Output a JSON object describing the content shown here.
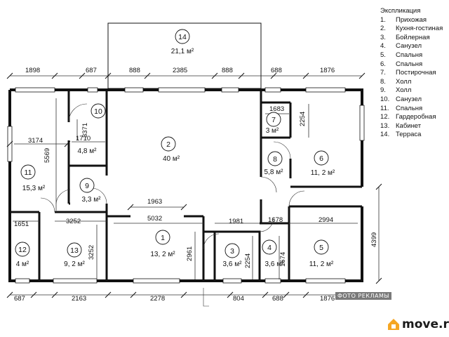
{
  "legend": {
    "title": "Экспликация",
    "items": [
      {
        "num": "1.",
        "name": "Прихожая"
      },
      {
        "num": "2.",
        "name": "Кухня-гостиная"
      },
      {
        "num": "3.",
        "name": "Бойлерная"
      },
      {
        "num": "4.",
        "name": "Санузел"
      },
      {
        "num": "5.",
        "name": "Спальня"
      },
      {
        "num": "6.",
        "name": "Спальня"
      },
      {
        "num": "7.",
        "name": "Постирочная"
      },
      {
        "num": "8.",
        "name": "Холл"
      },
      {
        "num": "9.",
        "name": "Холл"
      },
      {
        "num": "10.",
        "name": "Санузел"
      },
      {
        "num": "11.",
        "name": "Спальня"
      },
      {
        "num": "12.",
        "name": "Гардеробная"
      },
      {
        "num": "13.",
        "name": "Кабинет"
      },
      {
        "num": "14.",
        "name": "Терраса"
      }
    ]
  },
  "rooms": {
    "r1": {
      "num": "1",
      "area": "13, 2 м²"
    },
    "r2": {
      "num": "2",
      "area": "40 м²"
    },
    "r3": {
      "num": "3",
      "area": "3,6 м²"
    },
    "r4": {
      "num": "4",
      "area": "3,6 м²"
    },
    "r5": {
      "num": "5",
      "area": "11, 2 м²"
    },
    "r6": {
      "num": "6",
      "area": "11, 2 м²"
    },
    "r7": {
      "num": "7",
      "area": "3 м²"
    },
    "r8": {
      "num": "8",
      "area": "5,8 м²"
    },
    "r9": {
      "num": "9",
      "area": "3,3 м²"
    },
    "r10": {
      "num": "10",
      "area": "4,8 м²"
    },
    "r11": {
      "num": "11",
      "area": "15,3 м²"
    },
    "r12": {
      "num": "12",
      "area": "4 м²"
    },
    "r13": {
      "num": "13",
      "area": "9, 2 м²"
    },
    "r14": {
      "num": "14",
      "area": "21,1 м²"
    }
  },
  "dims": {
    "top_1898": "1898",
    "top_687": "687",
    "top_888a": "888",
    "top_2385": "2385",
    "top_888b": "888",
    "top_688": "688",
    "top_1876": "1876",
    "bot_687": "687",
    "bot_2163": "2163",
    "bot_2278": "2278",
    "bot_804": "804",
    "bot_688": "688",
    "bot_1876": "1876",
    "d_3174": "3174",
    "d_5569": "5569",
    "d_3371": "3371",
    "d_1710": "1710",
    "d_1683": "1683",
    "d_2254a": "2254",
    "d_1963": "1963",
    "d_5032": "5032",
    "d_1981": "1981",
    "d_1678": "1678",
    "d_2994": "2994",
    "d_4399": "4399",
    "d_1651": "1651",
    "d_3252a": "3252",
    "d_3252b": "3252",
    "d_2961": "2961",
    "d_2254b": "2254",
    "d_1674": "1674"
  },
  "watermark": "ФОТО РЕКЛАМЫ",
  "logo": {
    "text": "move.ru",
    "color": "#f5a623"
  }
}
